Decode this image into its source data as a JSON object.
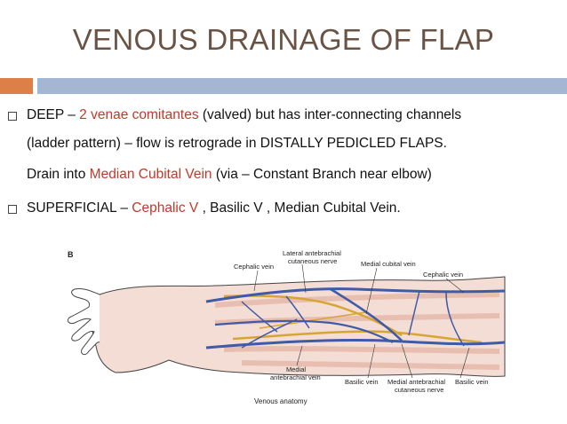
{
  "slide": {
    "title": "VENOUS DRAINAGE OF FLAP",
    "bullet1": {
      "part1": "DEEP – ",
      "highlight": "2 venae comitantes",
      "part2": " (valved) but has inter-connecting channels",
      "line2": "(ladder pattern) – flow is retrograde in DISTALLY PEDICLED FLAPS."
    },
    "drain": {
      "part1": "Drain into ",
      "highlight": "Median Cubital Vein",
      "part2": " (via – Constant Branch near elbow)"
    },
    "bullet2": {
      "part1": "SUPERFICIAL – ",
      "highlight": "Cephalic V",
      "part2": " , Basilic V , Median Cubital Vein."
    },
    "colors": {
      "title": "#6b5344",
      "accent_orange": "#dd8047",
      "accent_blue": "#a5b6d2",
      "highlight_red": "#c0392b",
      "vein_blue": "#3f5aa6",
      "nerve_yellow": "#d7a533"
    }
  },
  "figure": {
    "panel_letter": "B",
    "caption": "Venous anatomy",
    "labels": {
      "cephalic_vein_top": "Cephalic vein",
      "lateral_nerve_1": "Lateral antebrachial",
      "lateral_nerve_2": "cutaneous nerve",
      "medial_cubital_vein": "Medial cubital vein",
      "cephalic_vein_right": "Cephalic vein",
      "medial_vein_1": "Medial",
      "medial_vein_2": "antebrachial vein",
      "basilic_vein_1": "Basilic vein",
      "medial_nerve_1": "Medial antebrachial",
      "medial_nerve_2": "cutaneous nerve",
      "basilic_vein_2": "Basilic vein"
    }
  }
}
